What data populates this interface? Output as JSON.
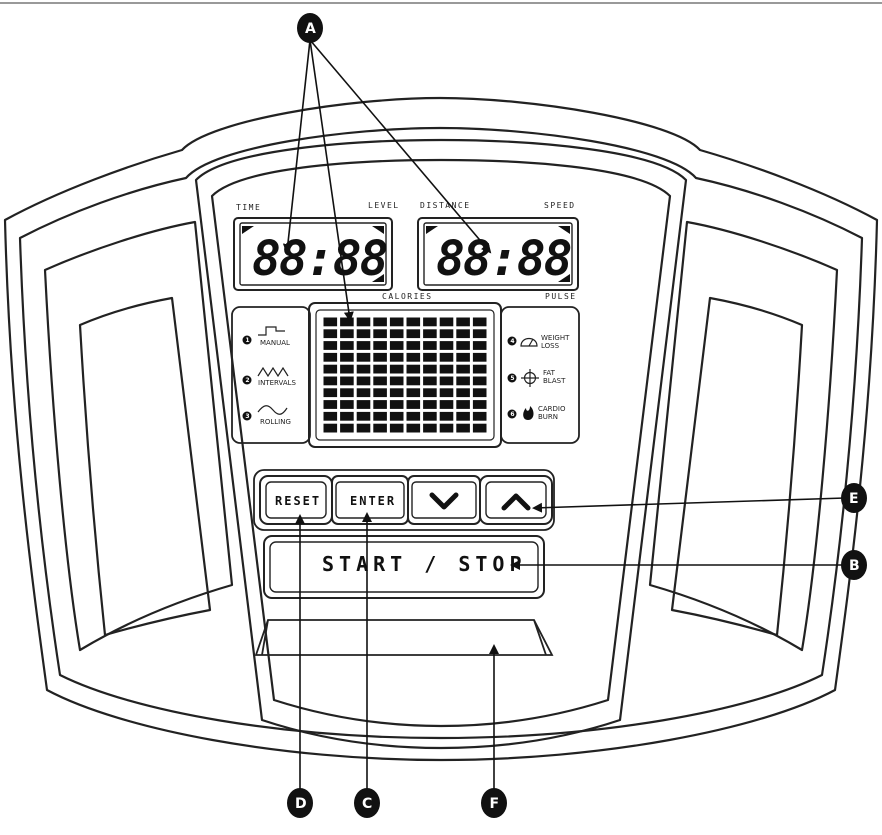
{
  "display": {
    "label_time": "TIME",
    "label_level": "LEVEL",
    "label_distance": "DISTANCE",
    "label_speed": "SPEED",
    "label_calories": "CALORIES",
    "label_pulse": "PULSE",
    "left_readout": "88:88",
    "right_readout": "88:88"
  },
  "programs_left": [
    {
      "number": "1",
      "label": "MANUAL",
      "icon": "manual-profile-icon"
    },
    {
      "number": "2",
      "label": "INTERVALS",
      "icon": "intervals-profile-icon"
    },
    {
      "number": "3",
      "label": "ROLLING",
      "icon": "rolling-profile-icon"
    }
  ],
  "programs_right": [
    {
      "number": "4",
      "label_line1": "WEIGHT",
      "label_line2": "LOSS",
      "icon": "gauge-icon"
    },
    {
      "number": "5",
      "label_line1": "FAT",
      "label_line2": "BLAST",
      "icon": "crosshair-icon"
    },
    {
      "number": "6",
      "label_line1": "CARDIO",
      "label_line2": "BURN",
      "icon": "flame-icon"
    }
  ],
  "buttons": {
    "reset": "RESET",
    "enter": "ENTER",
    "down_icon": "chevron-down-icon",
    "up_icon": "chevron-up-icon",
    "start_stop": "START / STOP"
  },
  "callouts": {
    "a": "A",
    "b": "B",
    "c": "C",
    "d": "D",
    "e": "E",
    "f": "F"
  },
  "matrix": {
    "rows": 10,
    "cols": 10
  }
}
